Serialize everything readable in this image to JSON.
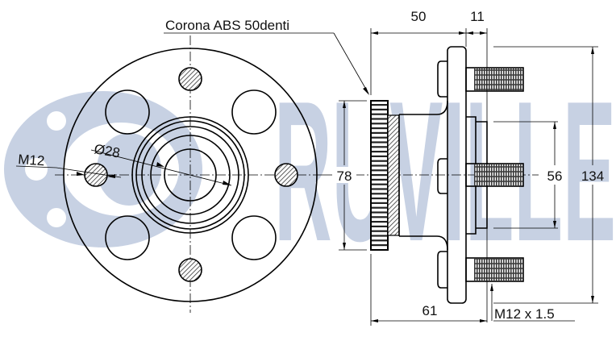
{
  "watermark": {
    "brand": "RUVILLE",
    "color": "#c7d1e3"
  },
  "labels": {
    "abs_ring": "Corona ABS 50denti",
    "dim_50": "50",
    "dim_11": "11",
    "dim_61": "61",
    "dim_78": "78",
    "dim_56": "56",
    "dim_134": "134",
    "thread": "M12 x 1.5",
    "bore": "Ø28",
    "stud": "M12"
  }
}
